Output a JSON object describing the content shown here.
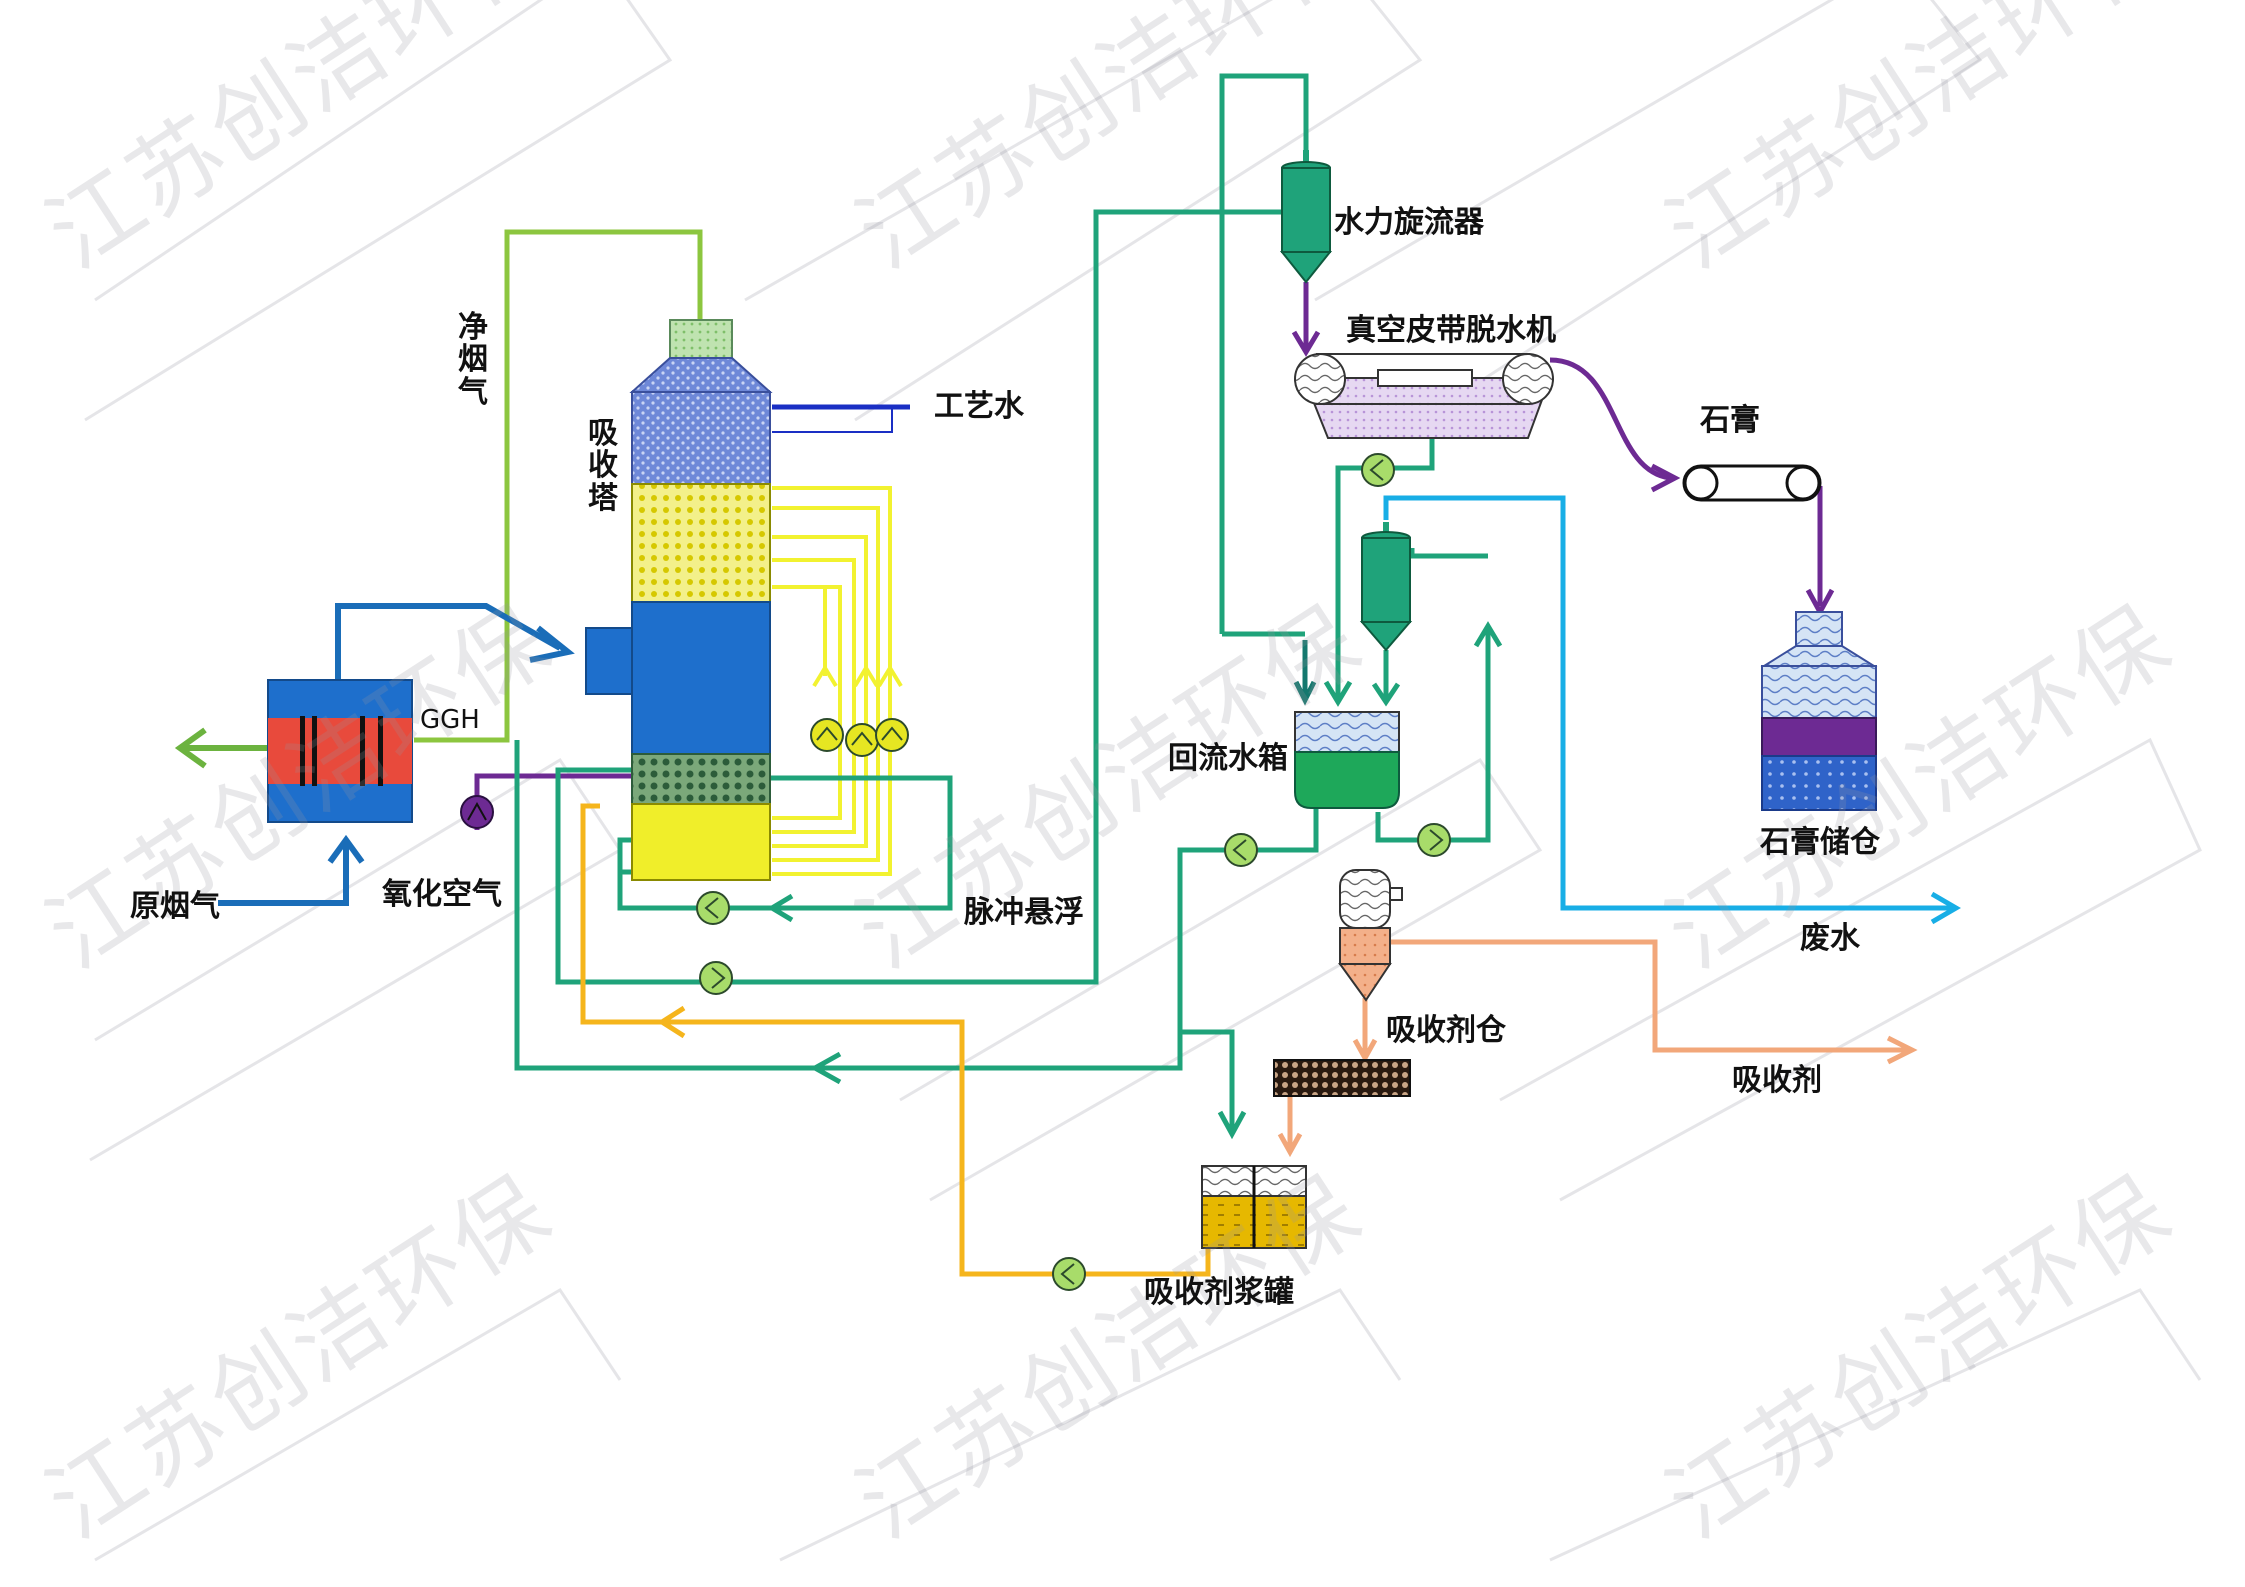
{
  "watermark": "江苏创洁环保",
  "labels": {
    "clean_flue_gas": "净烟气",
    "absorber": "吸收塔",
    "process_water": "工艺水",
    "ggh": "GGH",
    "raw_flue_gas": "原烟气",
    "oxidation_air": "氧化空气",
    "pulse_suspension": "脉冲悬浮",
    "hydrocyclone": "水力旋流器",
    "belt_filter": "真空皮带脱水机",
    "gypsum": "石膏",
    "return_tank": "回流水箱",
    "gypsum_silo": "石膏储仓",
    "waste_water": "废水",
    "absorbent_silo": "吸收剂仓",
    "absorbent": "吸收剂",
    "slurry_tank": "吸收剂浆罐"
  },
  "colors": {
    "green_line": "#1fa37a",
    "teal_line": "#14786e",
    "yellow_line": "#f2f230",
    "orange_line": "#f5b51c",
    "blue_line": "#1a6db8",
    "purple_line": "#6d2a93",
    "cyan_line": "#18aee6",
    "peach_line": "#f2a77a",
    "lime_line": "#8cc63f",
    "tower_blue": "#1e6fcc",
    "tower_yellow": "#f0ee2a"
  }
}
